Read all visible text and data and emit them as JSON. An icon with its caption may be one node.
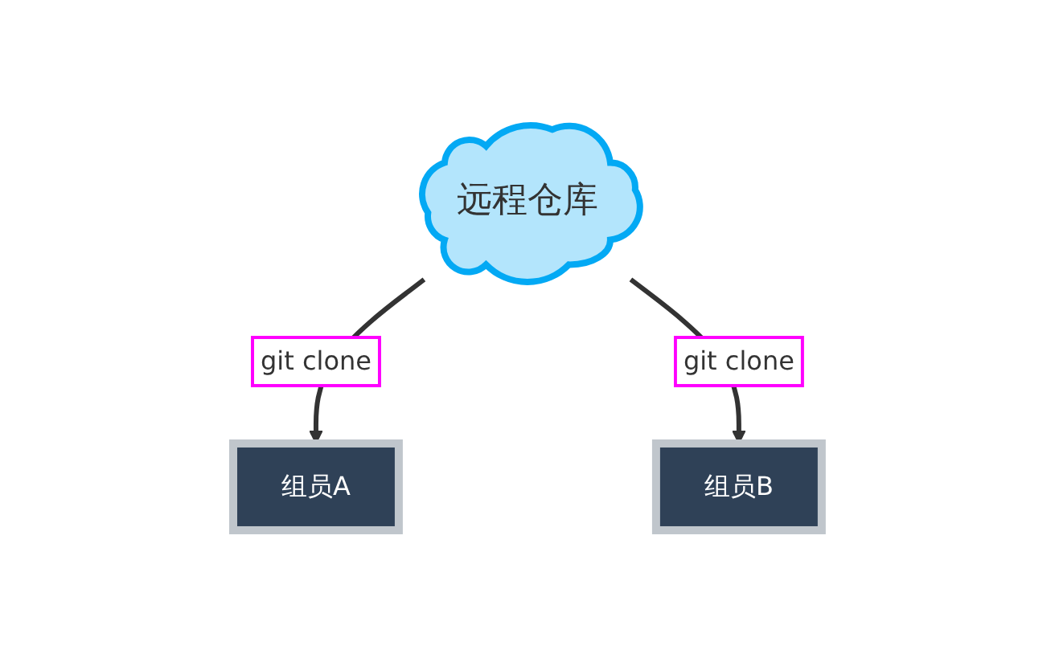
{
  "diagram": {
    "nodes": [
      {
        "text": [
          "远程仓库"
        ]
      },
      {
        "text": [
          "组员A"
        ]
      },
      {
        "text": [
          "组员B"
        ]
      }
    ],
    "edges": [
      {
        "from": 0,
        "to": 1,
        "arrow": "to",
        "label": "git clone"
      },
      {
        "from": 0,
        "to": 2,
        "arrow": "to",
        "label": "git clone"
      }
    ]
  }
}
